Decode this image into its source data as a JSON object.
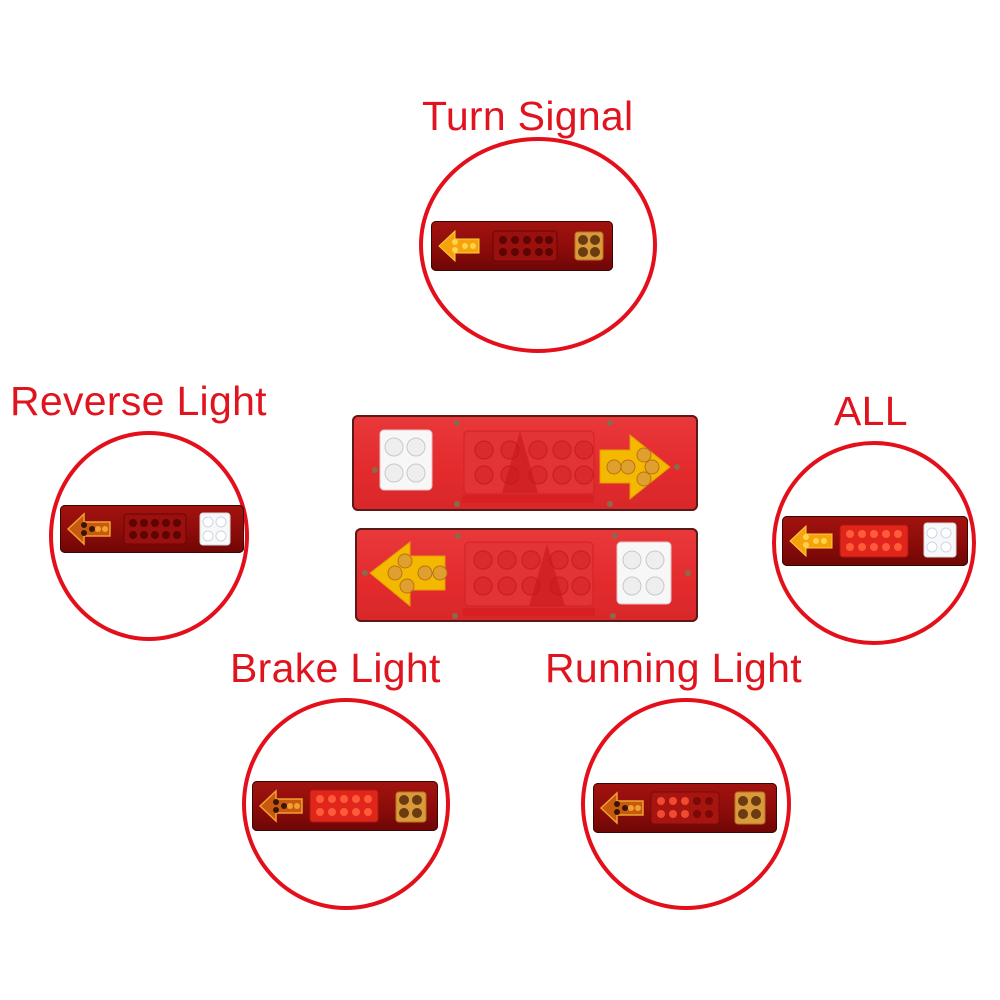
{
  "labels": {
    "turn_signal": "Turn Signal",
    "reverse_light": "Reverse Light",
    "all": "ALL",
    "brake_light": "Brake Light",
    "running_light": "Running Light"
  },
  "colors": {
    "label_red": "#e0141e",
    "ring_red": "#e3101c",
    "lamp_body_red": "#e32a2d",
    "lamp_dark_red": "#8c0c0a",
    "amber": "#f2b400",
    "white_led": "#f4f4f4"
  },
  "panels": [
    {
      "id": "turn_signal",
      "active": [
        "turn"
      ]
    },
    {
      "id": "reverse_light",
      "active": [
        "reverse"
      ]
    },
    {
      "id": "all",
      "active": [
        "turn",
        "brake",
        "reverse"
      ]
    },
    {
      "id": "brake_light",
      "active": [
        "brake"
      ]
    },
    {
      "id": "running_light",
      "active": [
        "running"
      ]
    }
  ]
}
